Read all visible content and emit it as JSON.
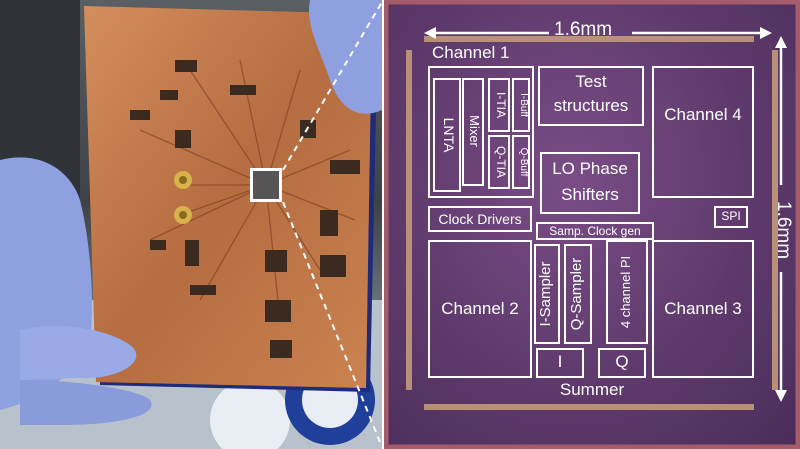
{
  "die": {
    "width_label": "1.6mm",
    "height_label": "1.6mm",
    "blocks": {
      "channel1": "Channel 1",
      "lnta": "LNTA",
      "mixer": "Mixer",
      "i_tia": "I-TIA",
      "q_tia": "Q-TIA",
      "i_buff": "I-Buff",
      "q_buff": "Q-Buff",
      "test_structures_line1": "Test",
      "test_structures_line2": "structures",
      "lo_phase_line1": "LO Phase",
      "lo_phase_line2": "Shifters",
      "channel4": "Channel 4",
      "clock_drivers": "Clock Drivers",
      "samp_clock_gen": "Samp. Clock gen",
      "spi": "SPI",
      "channel2": "Channel 2",
      "i_sampler": "I-Sampler",
      "q_sampler": "Q-Sampler",
      "four_channel_pi": "4 channel PI",
      "channel3": "Channel 3",
      "i_out": "I",
      "q_out": "Q",
      "summer": "Summer"
    }
  },
  "colors": {
    "die_purple": "#5e3a6c",
    "pcb_copper": "#c0784a",
    "glove_blue": "#8fa0e0",
    "annotation_white": "#ffffff"
  }
}
